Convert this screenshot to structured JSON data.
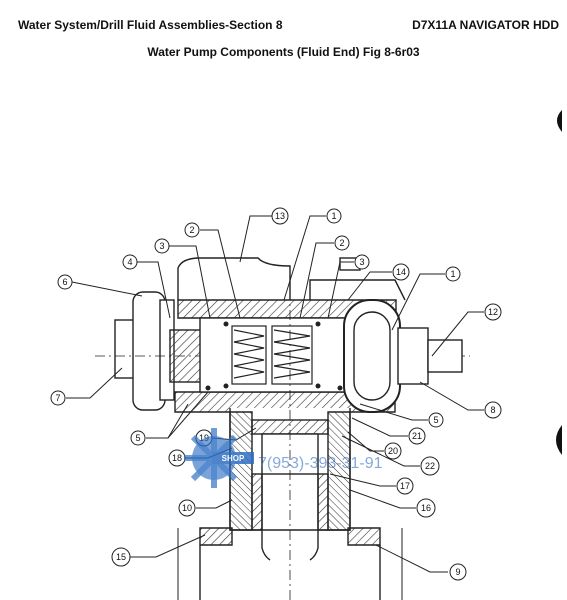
{
  "header": {
    "section_title": "Water System/Drill Fluid Assemblies-Section 8",
    "model": "D7X11A NAVIGATOR HDD",
    "figure_title": "Water Pump Components (Fluid End) Fig 8-6r03"
  },
  "callouts": [
    {
      "id": "c6",
      "label": "6"
    },
    {
      "id": "c4",
      "label": "4"
    },
    {
      "id": "c3a",
      "label": "3"
    },
    {
      "id": "c2a",
      "label": "2"
    },
    {
      "id": "c13",
      "label": "13"
    },
    {
      "id": "c1a",
      "label": "1"
    },
    {
      "id": "c2b",
      "label": "2"
    },
    {
      "id": "c3b",
      "label": "3"
    },
    {
      "id": "c14",
      "label": "14"
    },
    {
      "id": "c1b",
      "label": "1"
    },
    {
      "id": "c12",
      "label": "12"
    },
    {
      "id": "c7",
      "label": "7"
    },
    {
      "id": "c8",
      "label": "8"
    },
    {
      "id": "c5a",
      "label": "5"
    },
    {
      "id": "c5b",
      "label": "5"
    },
    {
      "id": "c21",
      "label": "21"
    },
    {
      "id": "c20",
      "label": "20"
    },
    {
      "id": "c22",
      "label": "22"
    },
    {
      "id": "c19",
      "label": "19"
    },
    {
      "id": "c18",
      "label": "18"
    },
    {
      "id": "c17",
      "label": "17"
    },
    {
      "id": "c10",
      "label": "10"
    },
    {
      "id": "c16",
      "label": "16"
    },
    {
      "id": "c15",
      "label": "15"
    },
    {
      "id": "c9",
      "label": "9"
    }
  ],
  "watermark": {
    "phone": "7(953)-393-31-91",
    "tag": "SHOP",
    "color": "#2f6fc4"
  }
}
